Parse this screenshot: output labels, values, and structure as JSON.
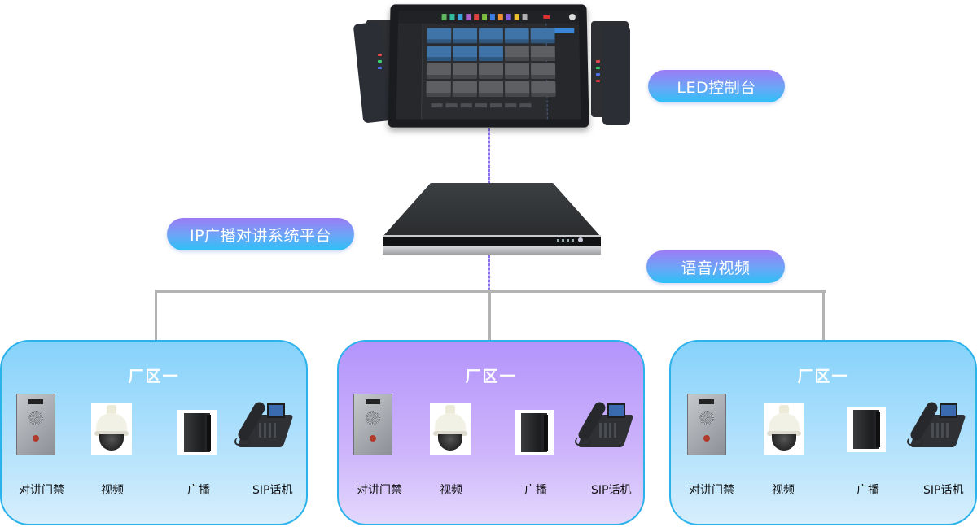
{
  "diagram": {
    "labels": {
      "led_console": "LED控制台",
      "platform": "IP广播对讲系统平台",
      "voice_video": "语音/视频"
    },
    "nodes": {
      "console": "LED控制台",
      "server": "IP广播对讲系统平台"
    },
    "zones": [
      {
        "title": "厂区一",
        "theme": "blue",
        "devices": [
          {
            "label": "对讲门禁",
            "icon": "door-intercom-icon"
          },
          {
            "label": "视频",
            "icon": "dome-camera-icon"
          },
          {
            "label": "广播",
            "icon": "speaker-icon"
          },
          {
            "label": "SIP话机",
            "icon": "sip-phone-icon"
          }
        ]
      },
      {
        "title": "厂区一",
        "theme": "purple",
        "devices": [
          {
            "label": "对讲门禁",
            "icon": "door-intercom-icon"
          },
          {
            "label": "视频",
            "icon": "dome-camera-icon"
          },
          {
            "label": "广播",
            "icon": "speaker-icon"
          },
          {
            "label": "SIP话机",
            "icon": "sip-phone-icon"
          }
        ]
      },
      {
        "title": "厂区一",
        "theme": "blue",
        "devices": [
          {
            "label": "对讲门禁",
            "icon": "door-intercom-icon"
          },
          {
            "label": "视频",
            "icon": "dome-camera-icon"
          },
          {
            "label": "广播",
            "icon": "speaker-icon"
          },
          {
            "label": "SIP话机",
            "icon": "sip-phone-icon"
          }
        ]
      }
    ],
    "colors": {
      "pill_gradient_top": "#9b7cf5",
      "pill_gradient_bottom": "#2cc0f6",
      "zone_border": "#2cb2ea",
      "zone_blue": "#86d2fb",
      "zone_purple": "#b394fb",
      "connector": "#b3b3b3",
      "link_dashed": "#8a6ff0"
    }
  }
}
